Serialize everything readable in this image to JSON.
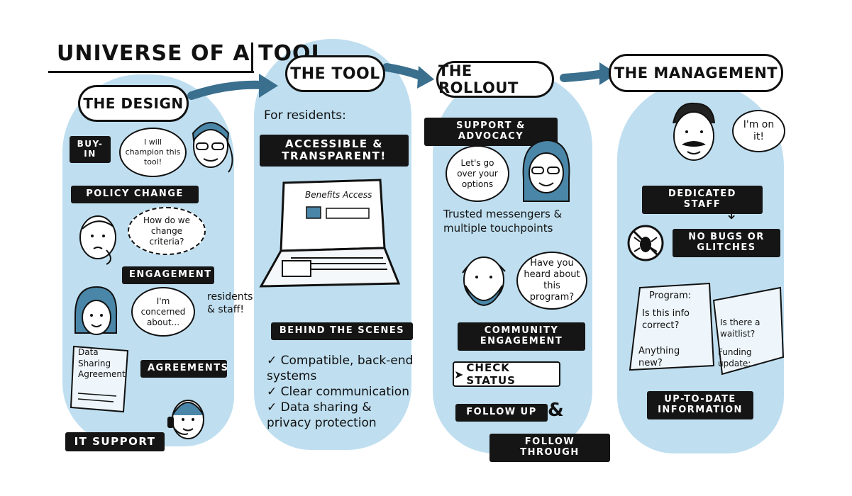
{
  "main_title": "UNIVERSE OF A TOOL",
  "colors": {
    "panel": "#bfdff0",
    "arrow": "#3a6f8e",
    "ink": "#111111",
    "tag_bg": "#151515",
    "accent_blue": "#4a86a8"
  },
  "columns": [
    {
      "heading": "THE DESIGN",
      "tags": [
        "BUY-IN",
        "POLICY CHANGE",
        "ENGAGEMENT",
        "AGREEMENTS",
        "IT SUPPORT"
      ],
      "bubbles": [
        "I will champion this tool!",
        "How do we change criteria?",
        "I'm concerned about..."
      ],
      "side_note": "residents & staff!",
      "document_text": "Data Sharing Agreement"
    },
    {
      "heading": "THE TOOL",
      "for_residents": "For residents:",
      "highlight": "ACCESSIBLE & TRANSPARENT!",
      "screen_label": "Benefits Access",
      "behind_tag": "BEHIND THE SCENES",
      "checklist": [
        "Compatible, back-end systems",
        "Clear communication",
        "Data sharing & privacy protection"
      ],
      "check_icon": "check-mark-icon"
    },
    {
      "heading": "THE ROLLOUT",
      "support_tag": "SUPPORT & ADVOCACY",
      "bubbles": [
        "Let's go over your options",
        "Have you heard about this program?"
      ],
      "trusted_note": "Trusted messengers & multiple touchpoints",
      "community_tag": "COMMUNITY ENGAGEMENT",
      "check_status_button": "CHECK STATUS",
      "follow_up_tag": "FOLLOW UP",
      "ampersand": "&",
      "follow_through_tag": "FOLLOW THROUGH"
    },
    {
      "heading": "THE MANAGEMENT",
      "bubble": "I'm on it!",
      "dedicated_tag": "DEDICATED STAFF",
      "no_bugs_tag": "NO BUGS OR GLITCHES",
      "doc_left": [
        "Program:",
        "Is this info correct?",
        "Anything new?"
      ],
      "doc_right": [
        "Is there a waitlist?",
        "Funding update:"
      ],
      "up_to_date_tag": "UP-TO-DATE INFORMATION"
    }
  ]
}
